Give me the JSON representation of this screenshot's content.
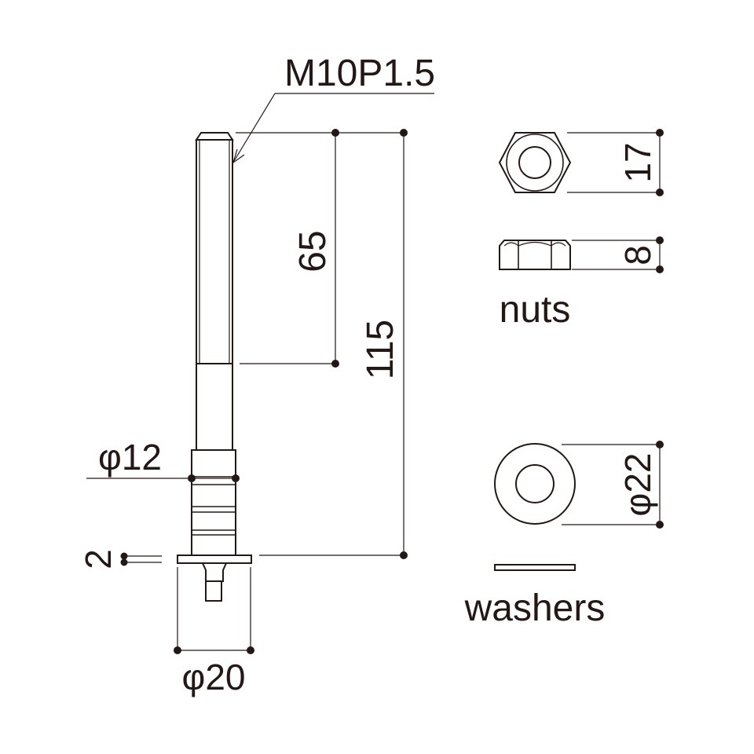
{
  "colors": {
    "ink": "#231815",
    "background": "#ffffff"
  },
  "bolt": {
    "thread_label": "M10P1.5",
    "thread_length_label": "65",
    "total_length_label": "115",
    "collar_diameter_label": "φ12",
    "flange_thickness_label": "2",
    "flange_diameter_label": "φ20"
  },
  "nuts": {
    "width_label": "17",
    "height_label": "8",
    "caption": "nuts"
  },
  "washers": {
    "diameter_label": "φ22",
    "caption": "washers"
  }
}
